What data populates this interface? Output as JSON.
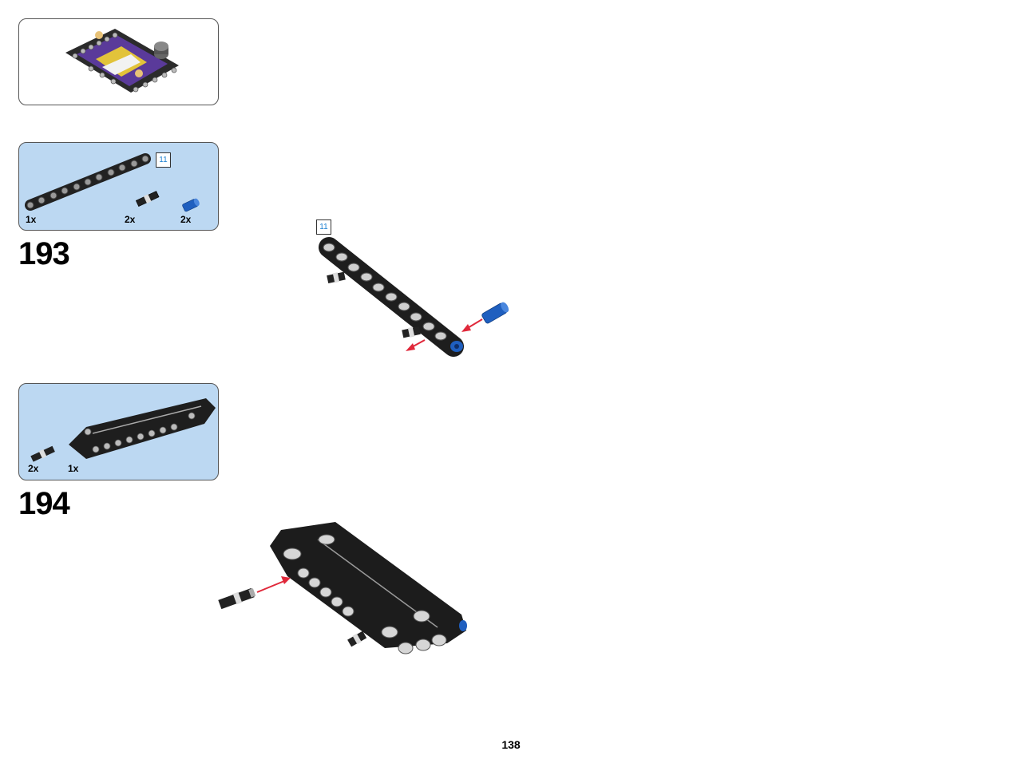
{
  "submodel_callout": {},
  "steps": [
    {
      "number": "193",
      "parts": [
        {
          "qty": "1x",
          "part": "technic-liftarm-11-black"
        },
        {
          "qty": "2x",
          "part": "technic-pin-black"
        },
        {
          "qty": "2x",
          "part": "technic-axle-pin-blue"
        }
      ],
      "length_tag": "11",
      "assembly_length_tag": "11"
    },
    {
      "number": "194",
      "parts": [
        {
          "qty": "2x",
          "part": "technic-pin-black"
        },
        {
          "qty": "1x",
          "part": "technic-panel-black"
        }
      ]
    }
  ],
  "page_number": "138",
  "colors": {
    "parts_panel_bg": "#bcd8f2",
    "arrow": "#e0283a",
    "length_tag_text": "#1a7fd0",
    "part_blue": "#1f5fbf"
  }
}
